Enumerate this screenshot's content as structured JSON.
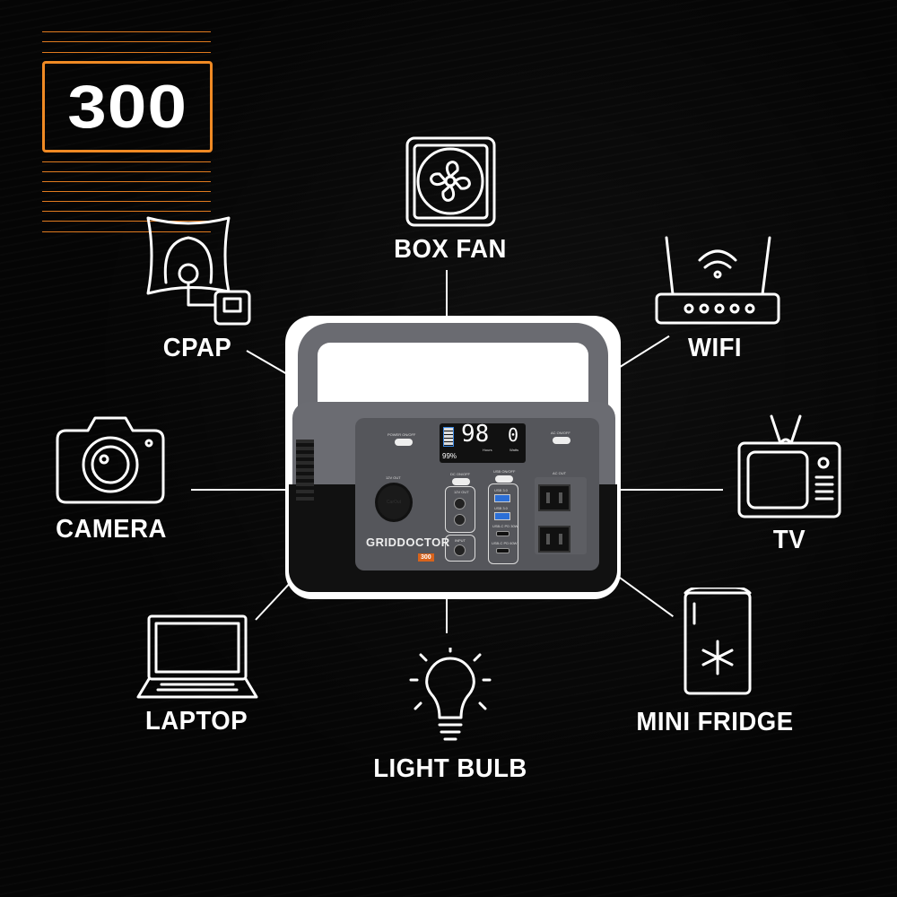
{
  "badge": {
    "model": "300",
    "accent_color": "#f08a24"
  },
  "appliances": [
    {
      "label": "BOX FAN",
      "icon": "box-fan-icon"
    },
    {
      "label": "CPAP",
      "icon": "cpap-icon"
    },
    {
      "label": "WIFI",
      "icon": "wifi-router-icon"
    },
    {
      "label": "CAMERA",
      "icon": "camera-icon"
    },
    {
      "label": "TV",
      "icon": "tv-icon"
    },
    {
      "label": "LAPTOP",
      "icon": "laptop-icon"
    },
    {
      "label": "LIGHT BULB",
      "icon": "light-bulb-icon"
    },
    {
      "label": "MINI FRIDGE",
      "icon": "mini-fridge-icon"
    }
  ],
  "device": {
    "brand": "GRIDDOCTOR",
    "model": "300",
    "display": {
      "main_value": "98",
      "main_unit": "Hours",
      "right_value": "0",
      "right_unit": "Watts",
      "battery_percent": "99%"
    },
    "labels": {
      "power": "POWER ON/OFF",
      "ac_onoff": "AC ON/OFF",
      "dc_onoff": "DC ON/OFF",
      "usb_onoff": "USB ON/OFF",
      "car_out": "12V OUT",
      "dc_out": "12V OUT",
      "input": "INPUT",
      "ac_out": "AC OUT",
      "usb1": "USB 3.0",
      "usb2": "USB 3.0",
      "usbc1": "USB-C PD 30W",
      "usbc2": "USB-C PD 60W",
      "car_cap": "CarOut"
    }
  }
}
